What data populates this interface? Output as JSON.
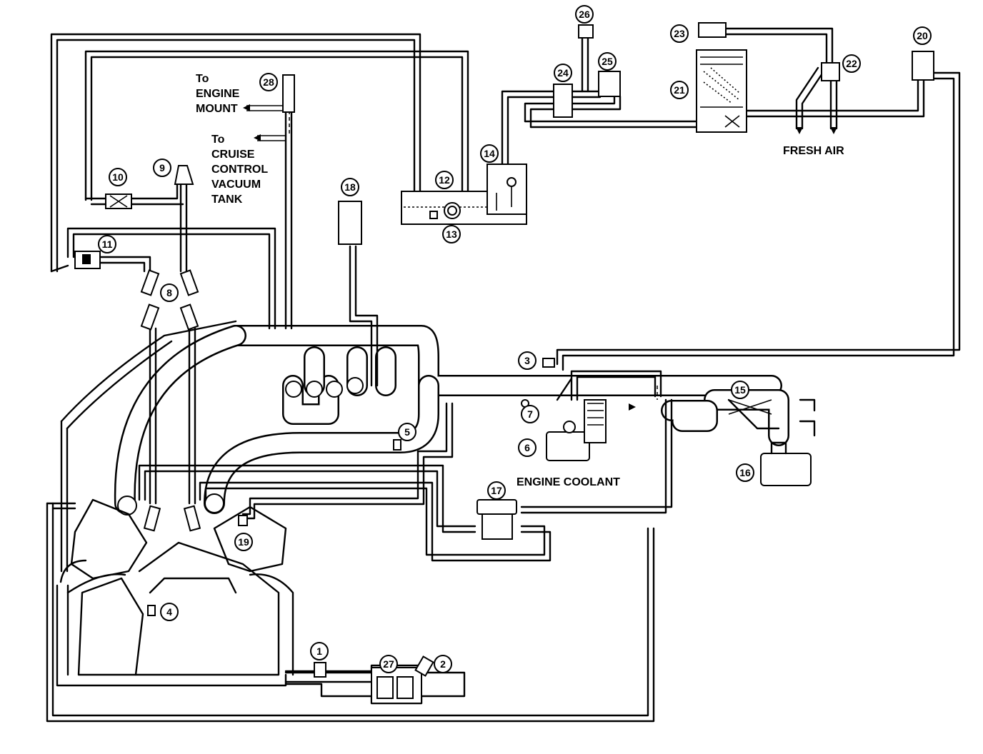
{
  "diagram": {
    "labels": {
      "to_engine_mount": [
        "To",
        "ENGINE",
        "MOUNT"
      ],
      "to_cruise": [
        "To",
        "CRUISE",
        "CONTROL",
        "VACUUM",
        "TANK"
      ],
      "fresh_air": "FRESH AIR",
      "engine_coolant": "ENGINE COOLANT"
    },
    "callouts": [
      "1",
      "2",
      "3",
      "4",
      "5",
      "6",
      "7",
      "8",
      "9",
      "10",
      "11",
      "12",
      "13",
      "14",
      "15",
      "16",
      "17",
      "18",
      "19",
      "20",
      "21",
      "22",
      "23",
      "24",
      "25",
      "26",
      "27",
      "28"
    ]
  }
}
